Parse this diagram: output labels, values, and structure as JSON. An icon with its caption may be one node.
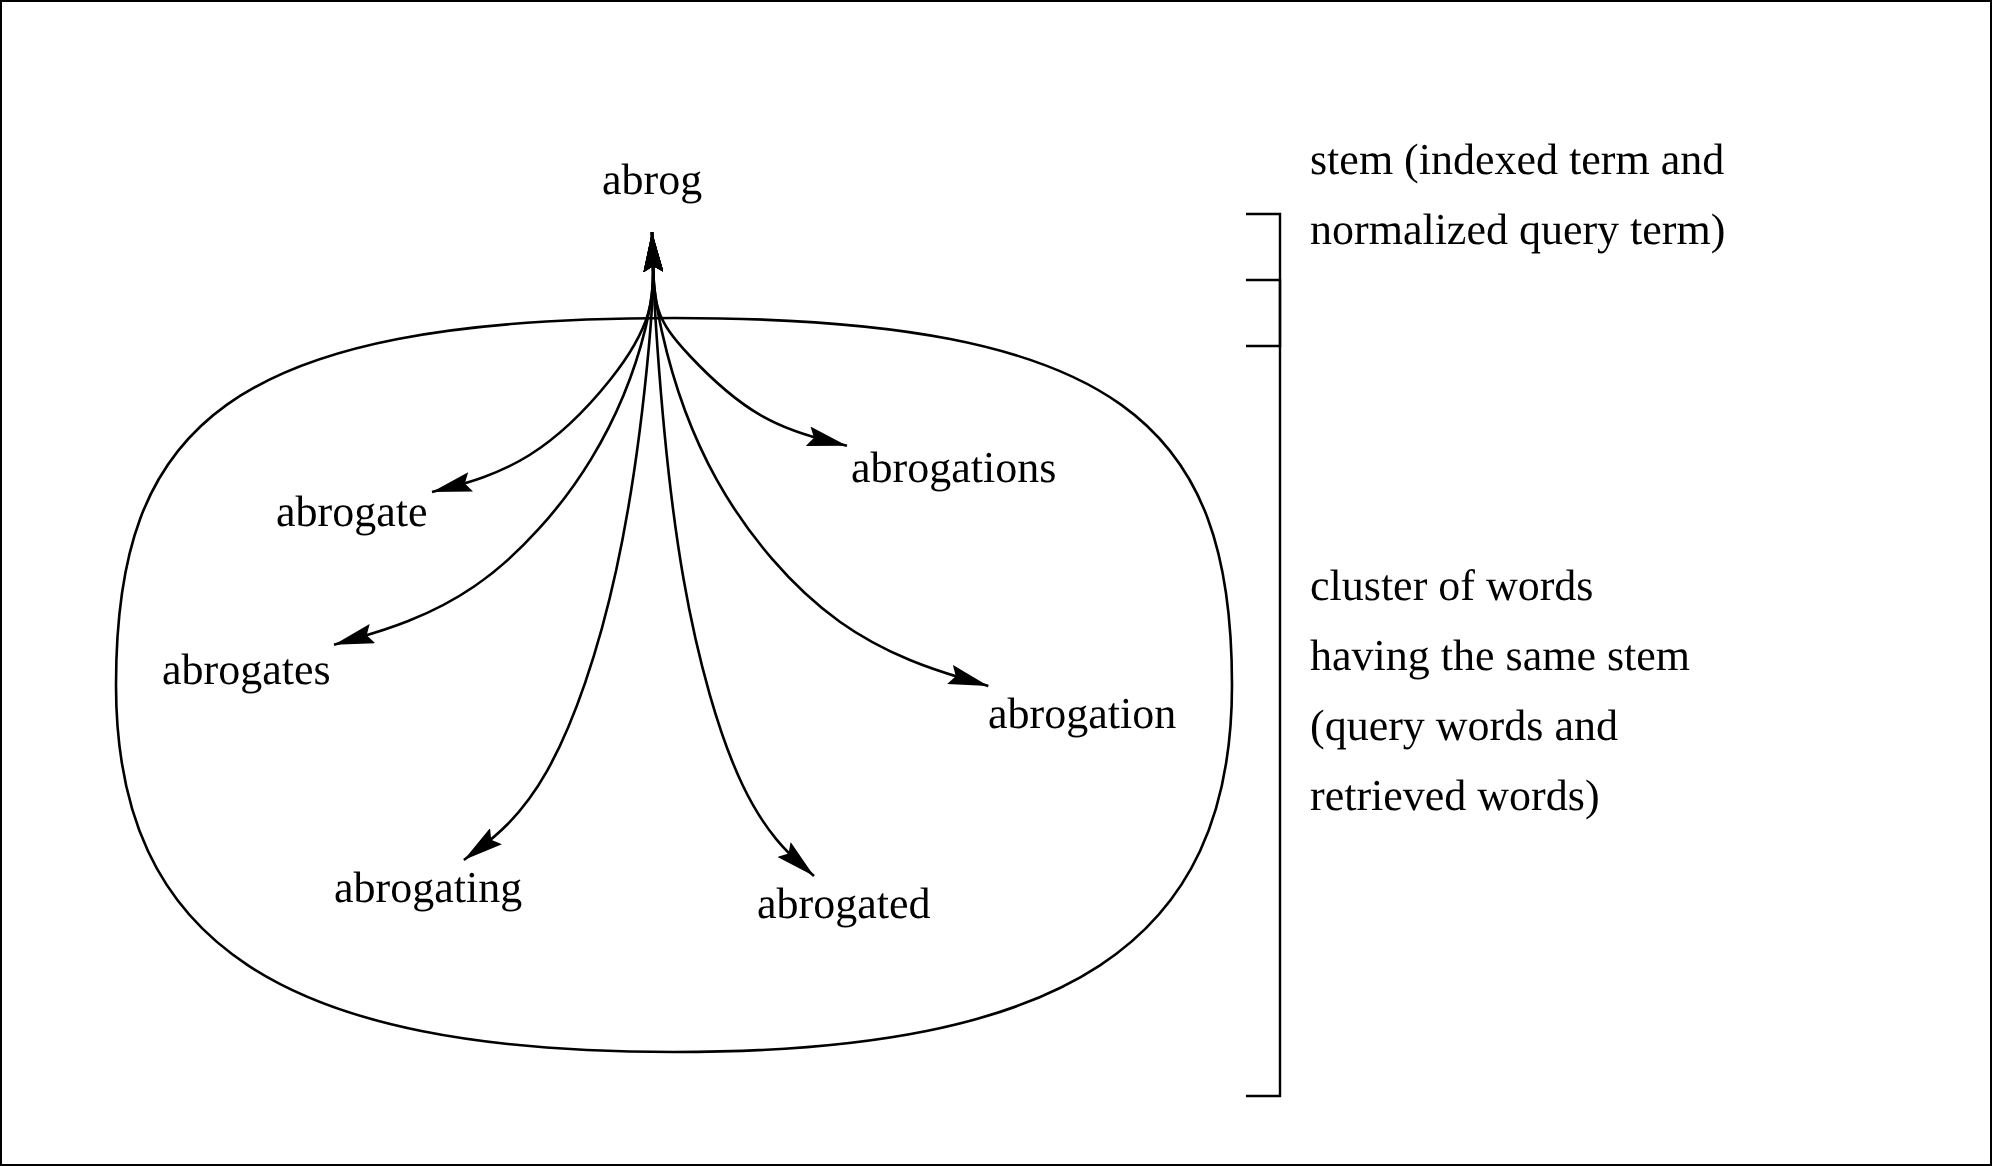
{
  "diagram": {
    "nodes": [
      {
        "text": [
          "abrog"
        ]
      },
      {
        "text": [],
        "shape": "oval"
      },
      {
        "text": [
          "abrogate"
        ],
        "in": 1
      },
      {
        "text": [
          "abrogations"
        ],
        "in": 1
      },
      {
        "text": [
          "abrogates"
        ],
        "in": 1
      },
      {
        "text": [
          "abrogation"
        ],
        "in": 1
      },
      {
        "text": [
          "abrogating"
        ],
        "in": 1
      },
      {
        "text": [
          "abrogated"
        ],
        "in": 1
      }
    ],
    "edges": [
      {
        "from": 0,
        "to": 2,
        "arrow": "both"
      },
      {
        "from": 0,
        "to": 3,
        "arrow": "both"
      },
      {
        "from": 0,
        "to": 4,
        "arrow": "both"
      },
      {
        "from": 0,
        "to": 5,
        "arrow": "both"
      },
      {
        "from": 0,
        "to": 6,
        "arrow": "both"
      },
      {
        "from": 0,
        "to": 7,
        "arrow": "both"
      }
    ],
    "labels": [
      "stem (indexed term and normalized query term)",
      "cluster of words having the same stem (query words and retrieved words)"
    ]
  }
}
